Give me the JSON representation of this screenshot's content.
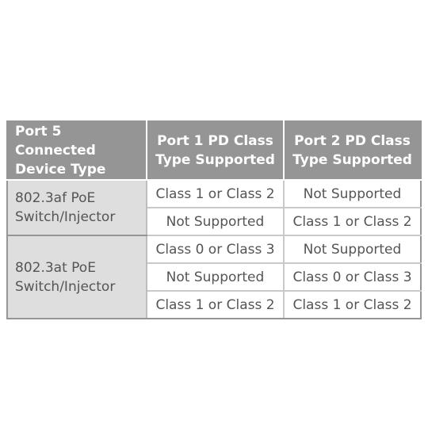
{
  "table": {
    "headers": [
      "Port 5 Connected Device Type",
      "Port 1 PD Class Type Supported",
      "Port 2 PD Class Type Supported"
    ],
    "groups": [
      {
        "device_type": "802.3af PoE Switch/Injector",
        "rows": [
          {
            "port1": "Class 1 or Class 2",
            "port2": "Not Supported"
          },
          {
            "port1": "Not Supported",
            "port2": "Class 1 or Class 2"
          }
        ]
      },
      {
        "device_type": "802.3at PoE Switch/Injector",
        "rows": [
          {
            "port1": "Class 0 or Class 3",
            "port2": "Not Supported"
          },
          {
            "port1": "Not Supported",
            "port2": "Class 0 or Class 3"
          },
          {
            "port1": "Class 1 or Class 2",
            "port2": "Class 1 or Class 2"
          }
        ]
      }
    ]
  },
  "colors": {
    "header_bg": "#959595",
    "group_bg": "#dedede",
    "cell_text": "#555555",
    "grid_line": "#c9c9c9"
  }
}
